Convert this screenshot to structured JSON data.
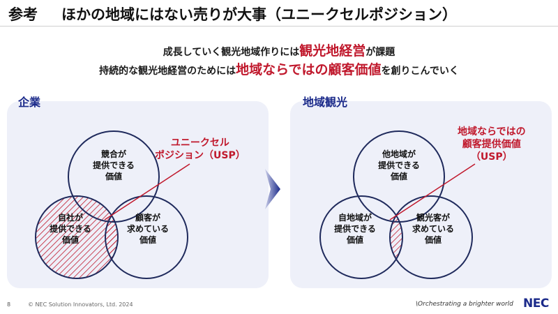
{
  "header": {
    "prefix": "参考",
    "title": "ほかの地域にはない売りが大事（ユニークセルポジション）"
  },
  "subtitle": {
    "line1_a": "成長していく観光地域作りには",
    "line1_highlight": "観光地経営",
    "line1_b": "が課題",
    "line2_a": "持続的な観光地経営のためには",
    "line2_highlight": "地域ならではの顧客価値",
    "line2_b": "を創りこんでいく"
  },
  "left_panel": {
    "label": "企業",
    "top_circle": "競合が\n提供できる\n価値",
    "left_circle": "自社が\n提供できる\n価値",
    "right_circle": "顧客が\n求めている\n価値",
    "usp_label": "ユニークセル\nポジション（USP）"
  },
  "right_panel": {
    "label": "地域観光",
    "top_circle": "他地域が\n提供できる\n価値",
    "left_circle": "自地域が\n提供できる\n価値",
    "right_circle": "観光客が\n求めている\n価値",
    "usp_label": "地域ならではの\n顧客提供価値\n（USP）"
  },
  "footer": {
    "page_number": "8",
    "copyright": "© NEC Solution Innovators, Ltd. 2024",
    "tagline": "\\Orchestrating a brighter world",
    "logo": "NEC"
  },
  "colors": {
    "accent_red": "#c0182c",
    "brand_navy": "#1b2a8a",
    "panel_bg": "#eef0f9",
    "circle_stroke": "#1f2a5c"
  }
}
